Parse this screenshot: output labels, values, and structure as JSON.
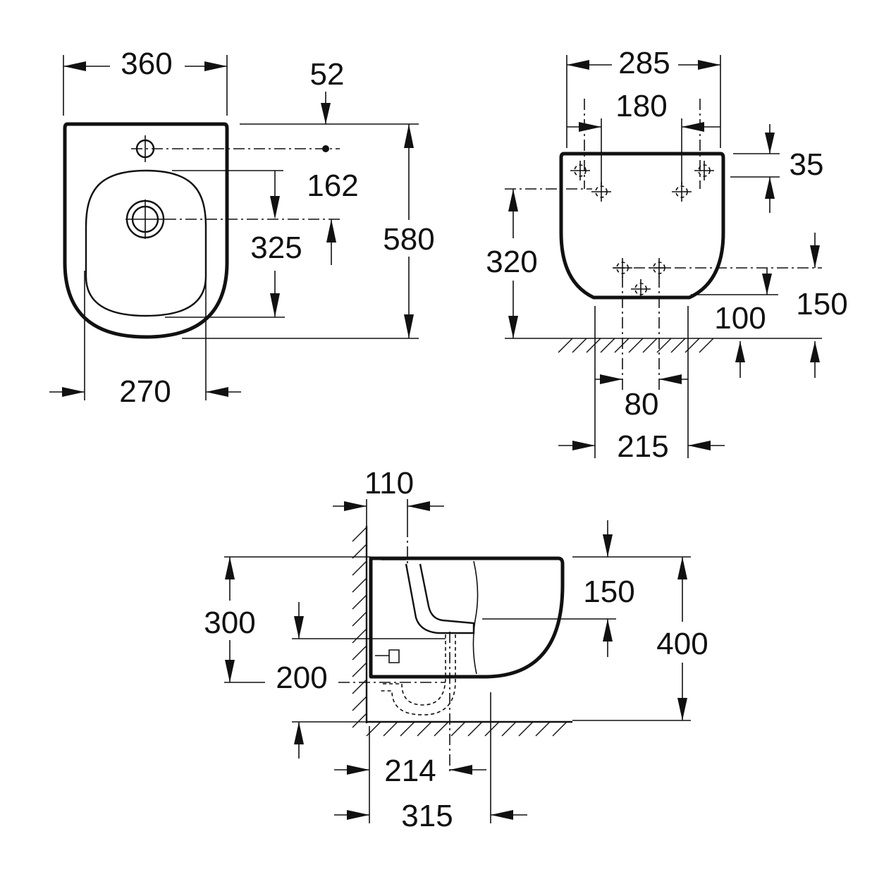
{
  "top_view": {
    "width_outer": "360",
    "tap_hole_offset": "52",
    "tap_to_drain": "162",
    "drain_to_rim": "325",
    "depth_total": "580",
    "bowl_width": "270"
  },
  "back_view": {
    "width_outer": "285",
    "fixing_spacing_top": "180",
    "fixing_from_top": "35",
    "fixing_height": "320",
    "waste_height_100": "100",
    "waste_height_150": "150",
    "fixing_spacing_bottom": "80",
    "bottom_width": "215"
  },
  "side_view": {
    "wall_offset": "110",
    "rim_height_offset": "150",
    "inlet_height": "300",
    "waste_height": "200",
    "total_height": "400",
    "waste_projection": "214",
    "total_projection": "315"
  }
}
